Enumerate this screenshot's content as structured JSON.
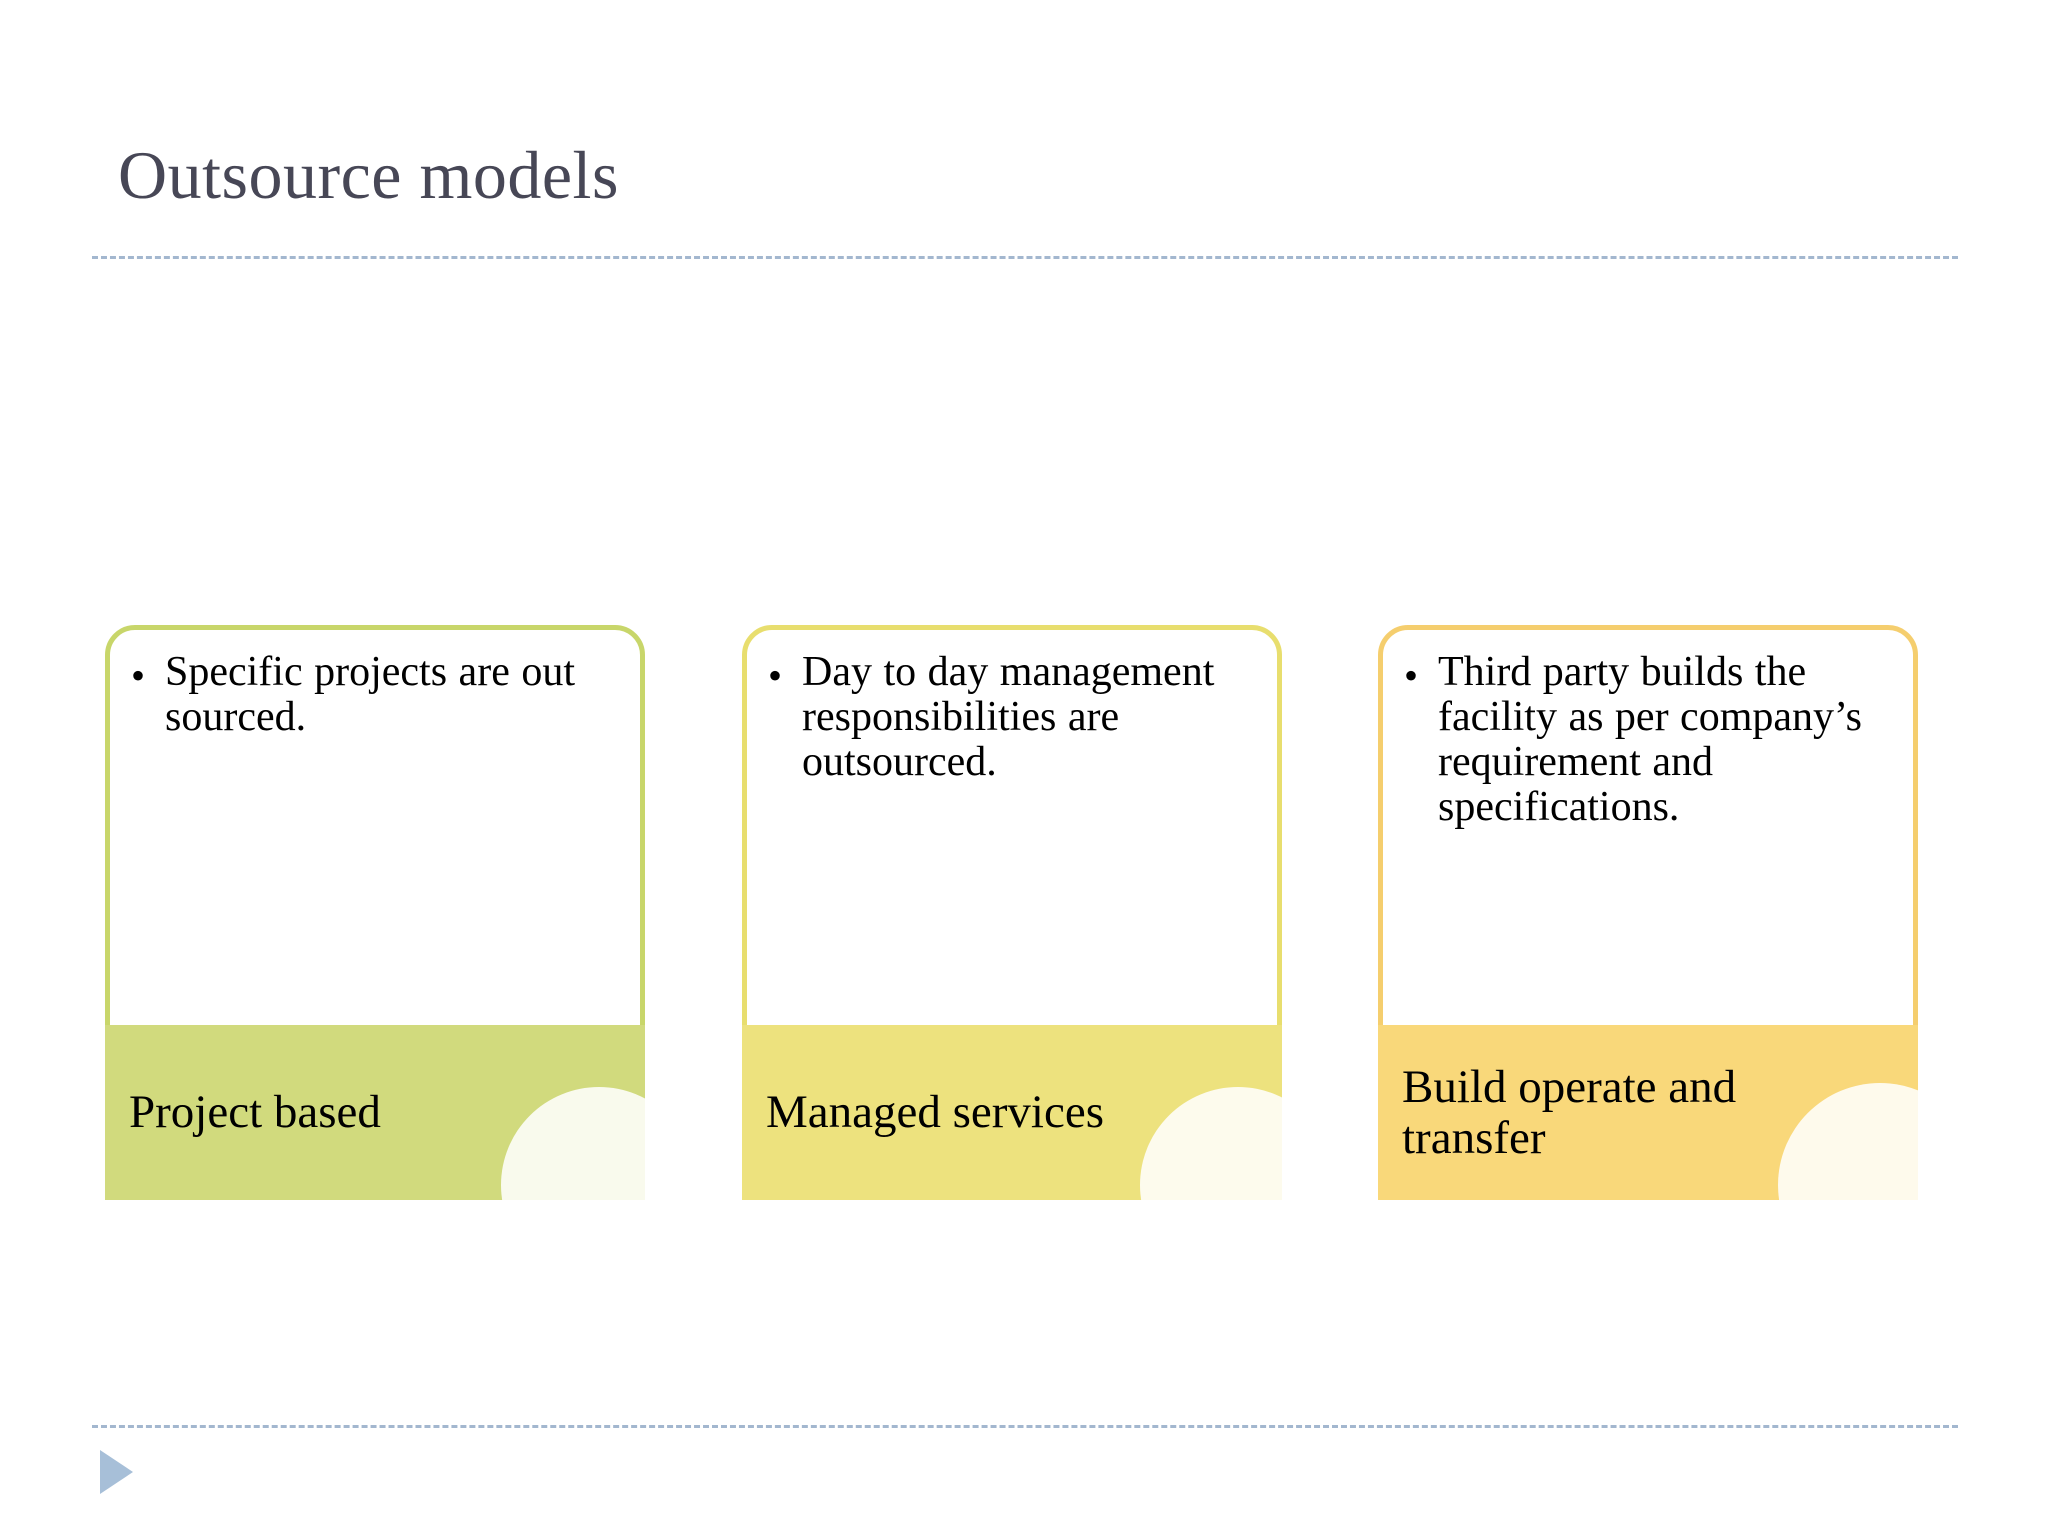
{
  "slide": {
    "title": "Outsource models",
    "title_color": "#474756",
    "rule_color": "#9fb4cd",
    "background": "#ffffff",
    "footer_arrow_color": "#a7bfd8",
    "footer_arrow_icon": "play-triangle-icon"
  },
  "cards": [
    {
      "bullet_glyph": "•",
      "bullet_text": "Specific projects are out sourced.",
      "label": "Project based",
      "border_color": "#c8d66a",
      "band_color": "#d1da7d",
      "circle_color": "rgba(255,255,255,0.86)"
    },
    {
      "bullet_glyph": "•",
      "bullet_text": "Day to day management responsibilities are outsourced.",
      "label": "Managed services",
      "border_color": "#e8de6e",
      "band_color": "#ede27e",
      "circle_color": "rgba(255,255,255,0.86)"
    },
    {
      "bullet_glyph": "•",
      "bullet_text": "Third party builds the facility as per company’s requirement and specifications.",
      "label": "Build operate and transfer",
      "border_color": "#f5ce6e",
      "band_color": "#f9d87a",
      "circle_color": "rgba(255,255,255,0.86)"
    }
  ]
}
